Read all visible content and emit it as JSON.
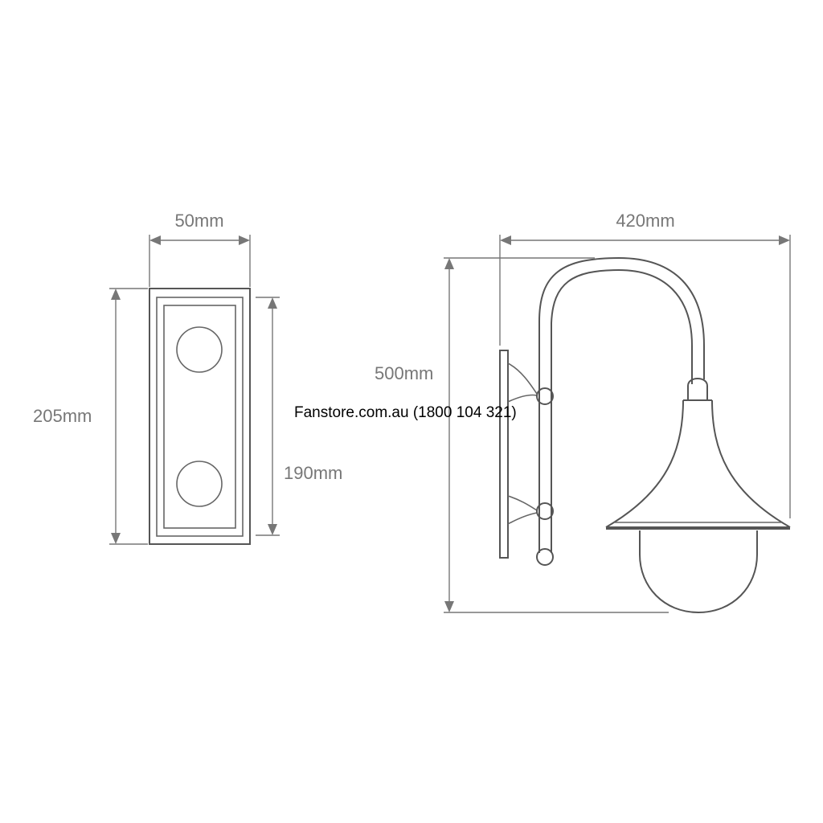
{
  "dimensions": {
    "backplate_width": "50mm",
    "backplate_height": "205mm",
    "backplate_inner_height": "190mm",
    "lamp_height": "500mm",
    "lamp_projection": "420mm"
  },
  "watermark": "Fanstore.com.au (1800 104 321)"
}
